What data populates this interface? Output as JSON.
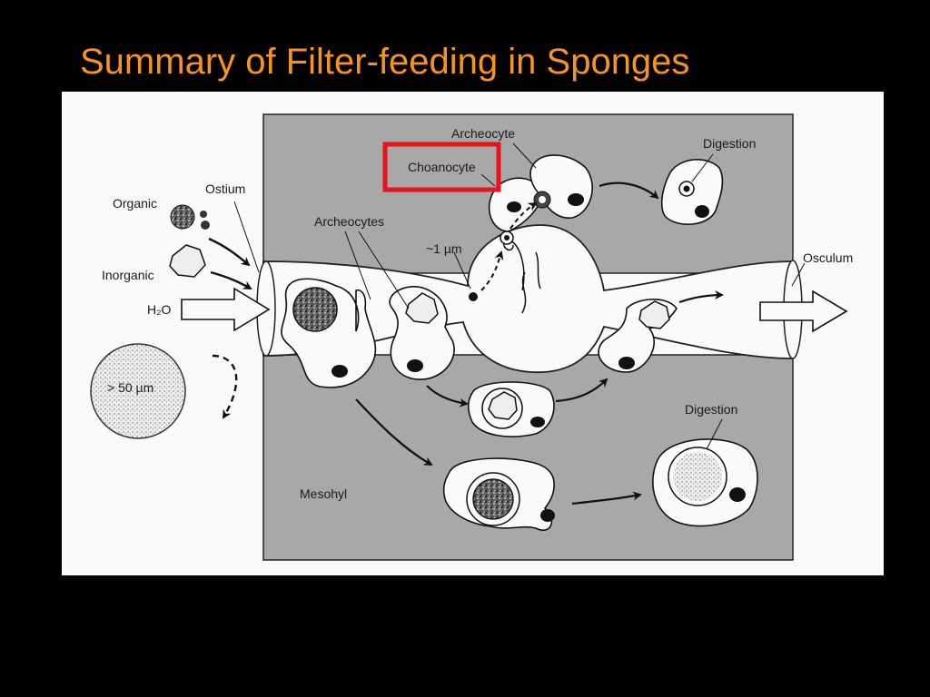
{
  "slide": {
    "title": "Summary of Filter-feeding in Sponges",
    "title_color": "#F7931E",
    "background": "#000000"
  },
  "diagram": {
    "labels": {
      "organic": "Organic",
      "inorganic": "Inorganic",
      "ostium": "Ostium",
      "h2o": "H₂O",
      "large_particle": "> 50 µm",
      "archeocytes": "Archeocytes",
      "archeocyte": "Archeocyte",
      "choanocyte": "Choanocyte",
      "small_particle": "~1 µm",
      "digestion_top": "Digestion",
      "digestion_bottom": "Digestion",
      "osculum": "Osculum",
      "mesohyl": "Mesohyl"
    },
    "highlight_color": "#E8141B",
    "tissue_color": "#A8A8A8"
  }
}
